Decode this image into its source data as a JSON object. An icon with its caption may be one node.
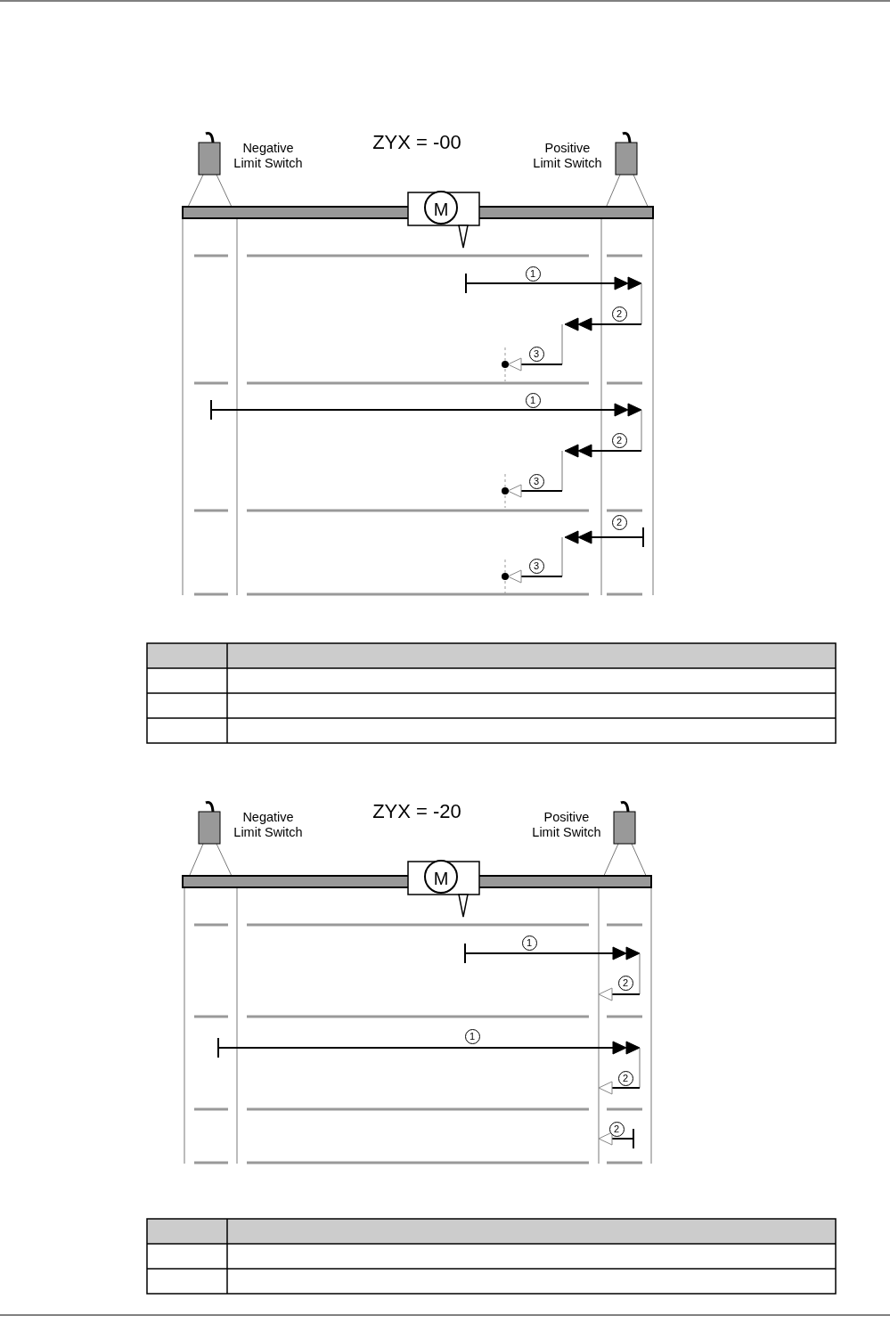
{
  "diagram": {
    "nodes": [
      {
        "text": [
          "M"
        ]
      },
      {
        "text": [
          "M"
        ]
      }
    ],
    "labels": [
      "ZYX = -00",
      "Negative Limit Switch",
      "Positive Limit Switch",
      "1",
      "2",
      "3",
      "1",
      "2",
      "3",
      "2",
      "3",
      "ZYX = -20",
      "Negative Limit Switch",
      "Positive Limit Switch",
      "1",
      "2",
      "1",
      "2",
      "2"
    ]
  }
}
